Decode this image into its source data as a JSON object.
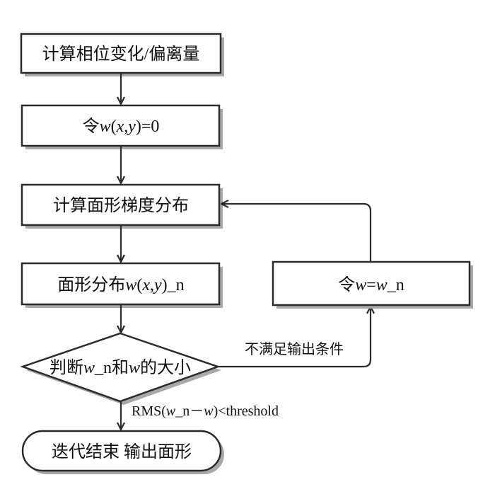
{
  "diagram": {
    "type": "flowchart",
    "colors": {
      "stroke": "#2b2b2b",
      "shadow": "#a8a8a8",
      "fill": "#ffffff",
      "text": "#111111"
    },
    "nodes": {
      "compute_phase": {
        "shape": "rect",
        "text": "计算相位变化/偏离量"
      },
      "init_w": {
        "shape": "rect",
        "parts": [
          "令",
          "w",
          "(",
          "x",
          ",",
          "y",
          ")=0"
        ]
      },
      "compute_gradient": {
        "shape": "rect",
        "text": "计算面形梯度分布"
      },
      "surface_dist": {
        "shape": "rect",
        "parts": [
          "面形分布",
          "w",
          "(",
          "x",
          ",",
          "y",
          ")_n"
        ]
      },
      "compare": {
        "shape": "diamond",
        "parts": [
          "判断",
          "w",
          "_n和",
          "w",
          "的大小"
        ]
      },
      "update_w": {
        "shape": "rect",
        "parts": [
          "令",
          "w",
          "=",
          "w",
          "_n"
        ]
      },
      "end": {
        "shape": "terminal",
        "text": "迭代结束 输出面形"
      }
    },
    "edges": [
      {
        "from": "compute_phase",
        "to": "init_w",
        "label": ""
      },
      {
        "from": "init_w",
        "to": "compute_gradient",
        "label": ""
      },
      {
        "from": "compute_gradient",
        "to": "surface_dist",
        "label": ""
      },
      {
        "from": "surface_dist",
        "to": "compare",
        "label": ""
      },
      {
        "from": "compare",
        "to": "end",
        "label_parts": [
          "RMS(",
          "w",
          "_n－",
          "w",
          ")<threshold"
        ]
      },
      {
        "from": "compare",
        "to": "update_w",
        "label": "不满足输出条件"
      },
      {
        "from": "update_w",
        "to": "compute_gradient",
        "label": ""
      }
    ]
  }
}
